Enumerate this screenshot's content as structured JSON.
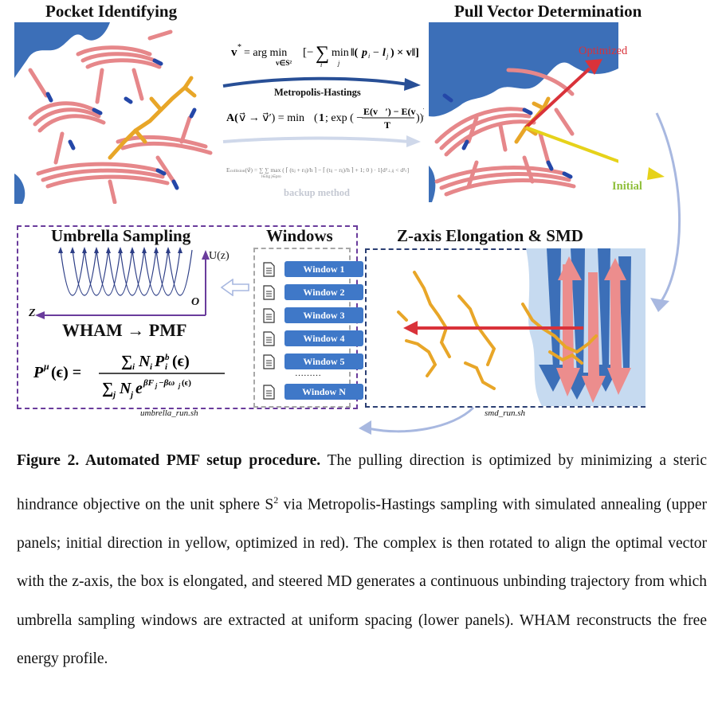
{
  "panels": {
    "pocket": {
      "title": "Pocket Identifying"
    },
    "pull": {
      "title": "Pull Vector Determination",
      "optimized_label": "Optimized",
      "initial_label": "Initial"
    },
    "umbrella": {
      "title": "Umbrella Sampling",
      "u_label": "U(z)",
      "z_label": "Z",
      "origin_label": "O",
      "wham_label": "WHAM → PMF",
      "script": "umbrella_run.sh"
    },
    "windows": {
      "title": "Windows",
      "items": [
        "Window 1",
        "Window 2",
        "Window 3",
        "Window 4",
        "Window 5",
        "………",
        "Window N"
      ]
    },
    "smd": {
      "title": "Z-axis Elongation & SMD",
      "script": "smd_run.sh"
    }
  },
  "method": {
    "metropolis_label": "Metropolis-Hastings",
    "backup_label": "backup method"
  },
  "caption": {
    "figure_label": "Figure 2. Automated PMF setup procedure.",
    "text_part1": " The pulling direction is optimized by minimizing a steric hindrance objective on the unit sphere S",
    "superscript": "2",
    "text_part2": " via Metropolis-Hastings sampling with simulated annealing (upper panels; initial direction in yellow, optimized in red). The complex is then rotated to align the optimal vector with the z-axis, the box is elongated, and steered MD generates a continuous unbinding trajectory from which umbrella sampling windows are extracted at uniform spacing (lower panels). WHAM reconstructs the free energy profile."
  },
  "colors": {
    "optimized": "#d9323a",
    "initial": "#e6d21a",
    "flow_arrow": "#a8b8e0",
    "mh_arrow": "#284f96",
    "window_button": "#3f78c8",
    "dashed_purple": "#6a3c9c",
    "dashed_navy": "#2b3f73"
  }
}
